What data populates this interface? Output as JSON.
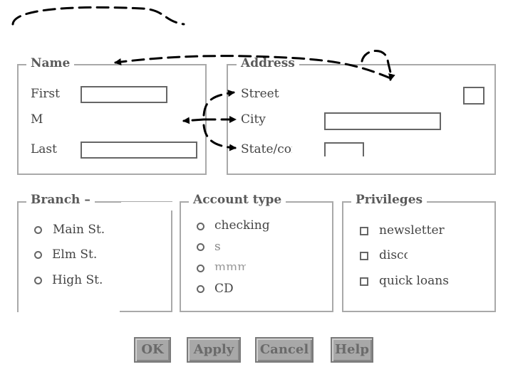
{
  "name_group": {
    "legend": "Name",
    "first_label": "First",
    "middle_label": "M",
    "last_label": "Last"
  },
  "address_group": {
    "legend": "Address",
    "street_label": "Street",
    "city_label": "City",
    "state_label": "State/cor"
  },
  "branch_group": {
    "legend": "Branch –",
    "options": [
      "Main St.",
      "Elm St.",
      "High St."
    ]
  },
  "account_group": {
    "legend": "Account type",
    "options": [
      "checking",
      "s",
      "mmm",
      "CD"
    ]
  },
  "privileges_group": {
    "legend": "Privileges",
    "options": [
      "newsletter",
      "disco",
      "quick loans"
    ]
  },
  "buttons": {
    "ok": "OK",
    "apply": "Apply",
    "cancel": "Cancel",
    "help": "Help"
  },
  "annotation_colors": {
    "arrows": "#000000"
  }
}
